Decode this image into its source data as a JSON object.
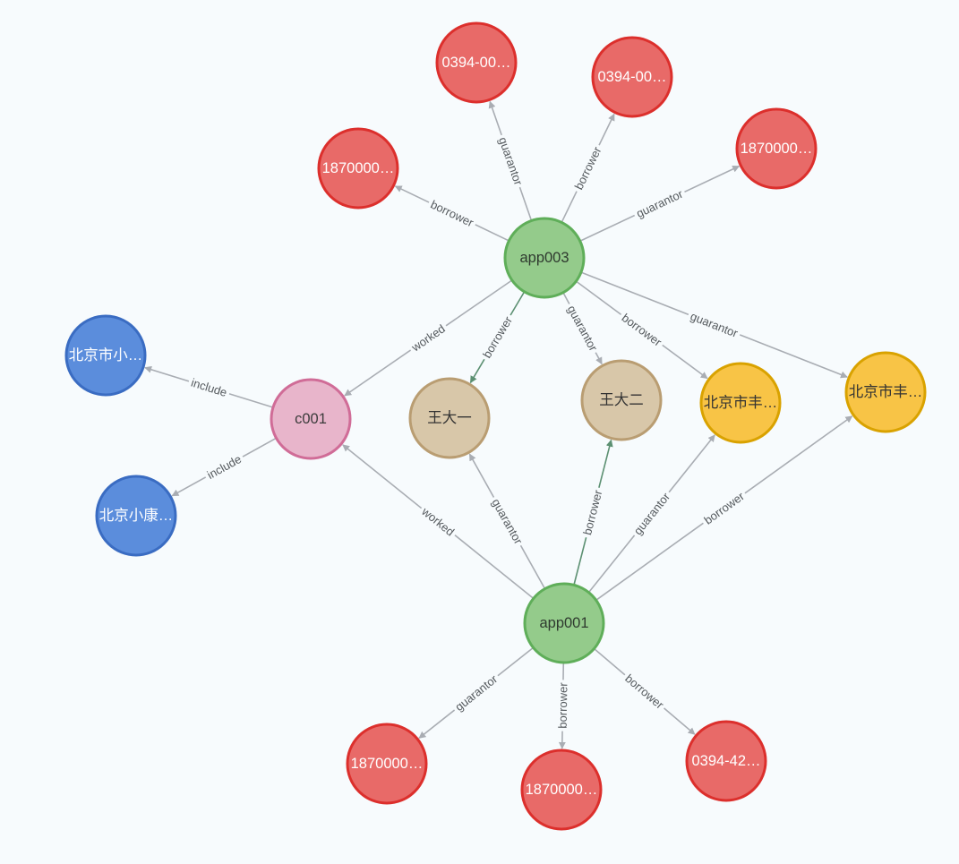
{
  "graph": {
    "node_types": {
      "application": {
        "fill": "#94cb8b",
        "stroke": "#5fae59",
        "text_color": "#2f3a2f"
      },
      "phone": {
        "fill": "#e86a68",
        "stroke": "#dc2f2c",
        "text_color": "#ffffff"
      },
      "company": {
        "fill": "#e8b5cb",
        "stroke": "#d06c97",
        "text_color": "#3b3b3b"
      },
      "company_address": {
        "fill": "#5b8ddc",
        "stroke": "#3a6cc2",
        "text_color": "#ffffff"
      },
      "person": {
        "fill": "#d8c7a9",
        "stroke": "#b99d72",
        "text_color": "#333333"
      },
      "address": {
        "fill": "#f8c446",
        "stroke": "#d9a200",
        "text_color": "#333333"
      }
    },
    "edge_colors": {
      "default": "#a9adb3",
      "highlight": "#5c9072"
    },
    "nodes": [
      {
        "id": "app003",
        "label": "app003",
        "type": "application"
      },
      {
        "id": "app001",
        "label": "app001",
        "type": "application"
      },
      {
        "id": "c001",
        "label": "c001",
        "type": "company"
      },
      {
        "id": "p_top_left",
        "label": "0394-00…",
        "type": "phone"
      },
      {
        "id": "p_top_right",
        "label": "0394-00…",
        "type": "phone"
      },
      {
        "id": "p_left_top",
        "label": "1870000…",
        "type": "phone"
      },
      {
        "id": "p_right_top",
        "label": "1870000…",
        "type": "phone"
      },
      {
        "id": "addr_c1",
        "label": "北京市小…",
        "type": "company_address"
      },
      {
        "id": "addr_c2",
        "label": "北京小康…",
        "type": "company_address"
      },
      {
        "id": "wang1",
        "label": "王大一",
        "type": "person"
      },
      {
        "id": "wang2",
        "label": "王大二",
        "type": "person"
      },
      {
        "id": "addr_h1",
        "label": "北京市丰…",
        "type": "address"
      },
      {
        "id": "addr_h2",
        "label": "北京市丰…",
        "type": "address"
      },
      {
        "id": "p_bottom_left",
        "label": "1870000…",
        "type": "phone"
      },
      {
        "id": "p_bottom_mid",
        "label": "1870000…",
        "type": "phone"
      },
      {
        "id": "p_bottom_right",
        "label": "0394-42…",
        "type": "phone"
      }
    ],
    "edges": [
      {
        "from": "app003",
        "to": "p_top_left",
        "label": "guarantor"
      },
      {
        "from": "app003",
        "to": "p_top_right",
        "label": "borrower"
      },
      {
        "from": "app003",
        "to": "p_left_top",
        "label": "borrower"
      },
      {
        "from": "app003",
        "to": "p_right_top",
        "label": "guarantor"
      },
      {
        "from": "app003",
        "to": "c001",
        "label": "worked"
      },
      {
        "from": "app003",
        "to": "wang1",
        "label": "borrower",
        "highlight": true
      },
      {
        "from": "app003",
        "to": "wang2",
        "label": "guarantor"
      },
      {
        "from": "app003",
        "to": "addr_h1",
        "label": "borrower"
      },
      {
        "from": "app003",
        "to": "addr_h2",
        "label": "guarantor"
      },
      {
        "from": "c001",
        "to": "addr_c1",
        "label": "include"
      },
      {
        "from": "c001",
        "to": "addr_c2",
        "label": "include"
      },
      {
        "from": "app001",
        "to": "c001",
        "label": "worked"
      },
      {
        "from": "app001",
        "to": "wang1",
        "label": "guarantor"
      },
      {
        "from": "app001",
        "to": "wang2",
        "label": "borrower",
        "highlight": true
      },
      {
        "from": "app001",
        "to": "addr_h1",
        "label": "guarantor"
      },
      {
        "from": "app001",
        "to": "addr_h2",
        "label": "borrower"
      },
      {
        "from": "app001",
        "to": "p_bottom_left",
        "label": "guarantor"
      },
      {
        "from": "app001",
        "to": "p_bottom_mid",
        "label": "borrower"
      },
      {
        "from": "app001",
        "to": "p_bottom_right",
        "label": "borrower"
      }
    ]
  }
}
